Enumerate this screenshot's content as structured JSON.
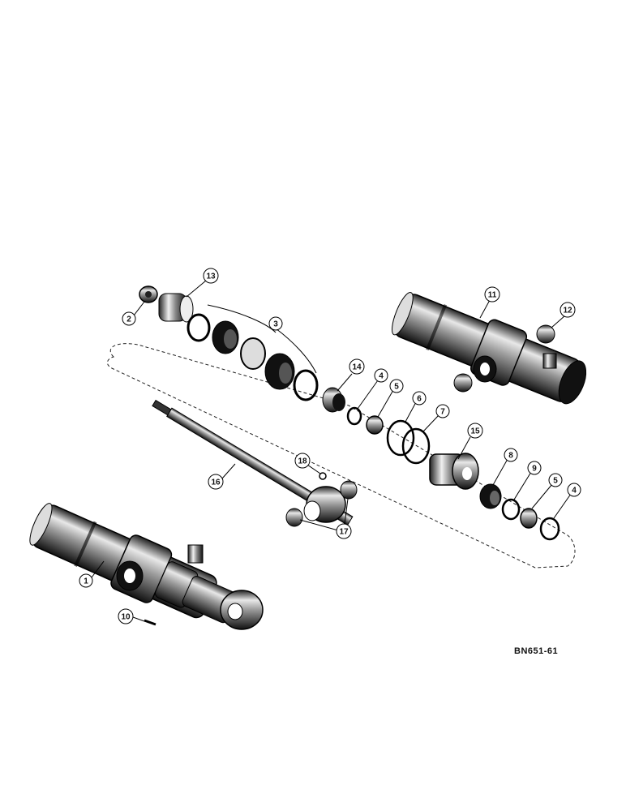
{
  "drawing_code": "BN651-61",
  "callouts": {
    "c1": "1",
    "c2": "2",
    "c3": "3",
    "c4a": "4",
    "c4b": "4",
    "c5a": "5",
    "c5b": "5",
    "c6": "6",
    "c7": "7",
    "c8": "8",
    "c9": "9",
    "c10": "10",
    "c11": "11",
    "c12": "12",
    "c13": "13",
    "c14": "14",
    "c15": "15",
    "c16": "16",
    "c17": "17",
    "c18": "18"
  }
}
